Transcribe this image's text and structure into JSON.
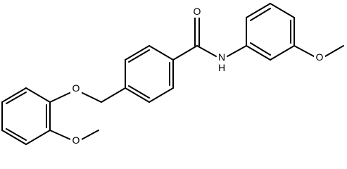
{
  "structure": {
    "atoms": {
      "carbonyl_oxygen": "O",
      "amide_nitrogen": "N",
      "amide_hydrogen": "H",
      "ether_oxygen": "O",
      "methoxy_oxygen_right": "O",
      "methoxy_oxygen_left": "O"
    }
  },
  "colors": {
    "bond": "#000000",
    "text": "#000000",
    "background": "#ffffff"
  }
}
